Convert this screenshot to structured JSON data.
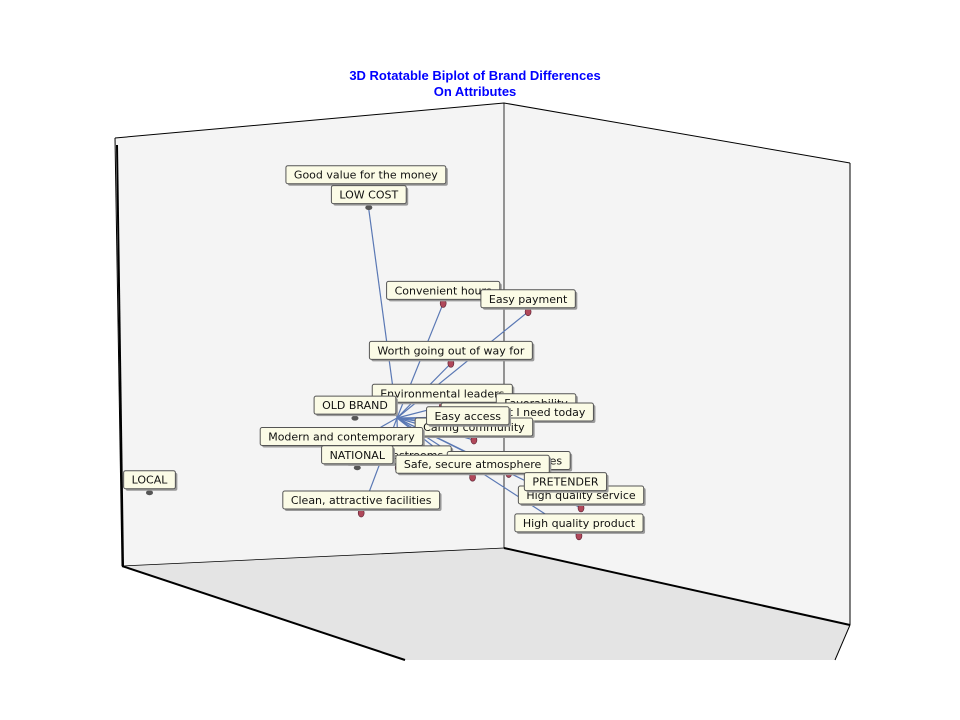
{
  "chart_data": {
    "type": "scatter",
    "title_line1": "3D Rotatable Biplot of Brand Differences",
    "title_line2": "On Attributes",
    "origin": {
      "x": 0.0,
      "y": 0.0,
      "z": 0.0
    },
    "brands": [
      {
        "label": "LOW COST",
        "x": -0.05,
        "y": 0.78,
        "z": 0.1
      },
      {
        "label": "OLD BRAND",
        "x": -0.12,
        "y": 0.0,
        "z": 0.05
      },
      {
        "label": "NATIONAL",
        "x": -0.08,
        "y": -0.15,
        "z": 0.12
      },
      {
        "label": "LOCAL",
        "x": -0.75,
        "y": -0.3,
        "z": 0.2
      },
      {
        "label": "PRETENDER",
        "x": 0.55,
        "y": -0.22,
        "z": -0.05
      }
    ],
    "attributes": [
      {
        "label": "Good value for the money",
        "x": -0.06,
        "y": 0.85,
        "z": 0.1
      },
      {
        "label": "Convenient hours",
        "x": 0.18,
        "y": 0.45,
        "z": 0.05
      },
      {
        "label": "Easy payment",
        "x": 0.4,
        "y": 0.4,
        "z": -0.1
      },
      {
        "label": "Worth going out of way for",
        "x": 0.22,
        "y": 0.25,
        "z": 0.08
      },
      {
        "label": "Environmental leaders",
        "x": 0.2,
        "y": 0.1,
        "z": 0.1
      },
      {
        "label": "Favorability",
        "x": 0.45,
        "y": 0.05,
        "z": -0.05
      },
      {
        "label": "Offers what I need today",
        "x": 0.4,
        "y": 0.02,
        "z": -0.02
      },
      {
        "label": "Caring community",
        "x": 0.28,
        "y": -0.03,
        "z": 0.04
      },
      {
        "label": "Easy access",
        "x": 0.25,
        "y": 0.0,
        "z": 0.02
      },
      {
        "label": "Modern and contemporary",
        "x": -0.12,
        "y": -0.08,
        "z": 0.15
      },
      {
        "label": "Clean restrooms",
        "x": 0.05,
        "y": -0.14,
        "z": 0.1
      },
      {
        "label": "Friendly employees",
        "x": 0.38,
        "y": -0.15,
        "z": 0.0
      },
      {
        "label": "Safe, secure atmosphere",
        "x": 0.28,
        "y": -0.16,
        "z": 0.05
      },
      {
        "label": "Clean, attractive facilities",
        "x": -0.03,
        "y": -0.28,
        "z": 0.2
      },
      {
        "label": "High quality service",
        "x": 0.58,
        "y": -0.28,
        "z": -0.1
      },
      {
        "label": "High quality product",
        "x": 0.55,
        "y": -0.4,
        "z": -0.15
      }
    ],
    "colors": {
      "title": "#0000ff",
      "vector": "#5a78b4",
      "attribute_point": "#b0485a",
      "brand_point": "#555555",
      "label_fill": "#fbfbe6",
      "label_border": "#555555",
      "wall": "#f4f4f4",
      "floor": "#e4e4e4",
      "edge": "#000000"
    },
    "legend": "none",
    "grid": false
  }
}
